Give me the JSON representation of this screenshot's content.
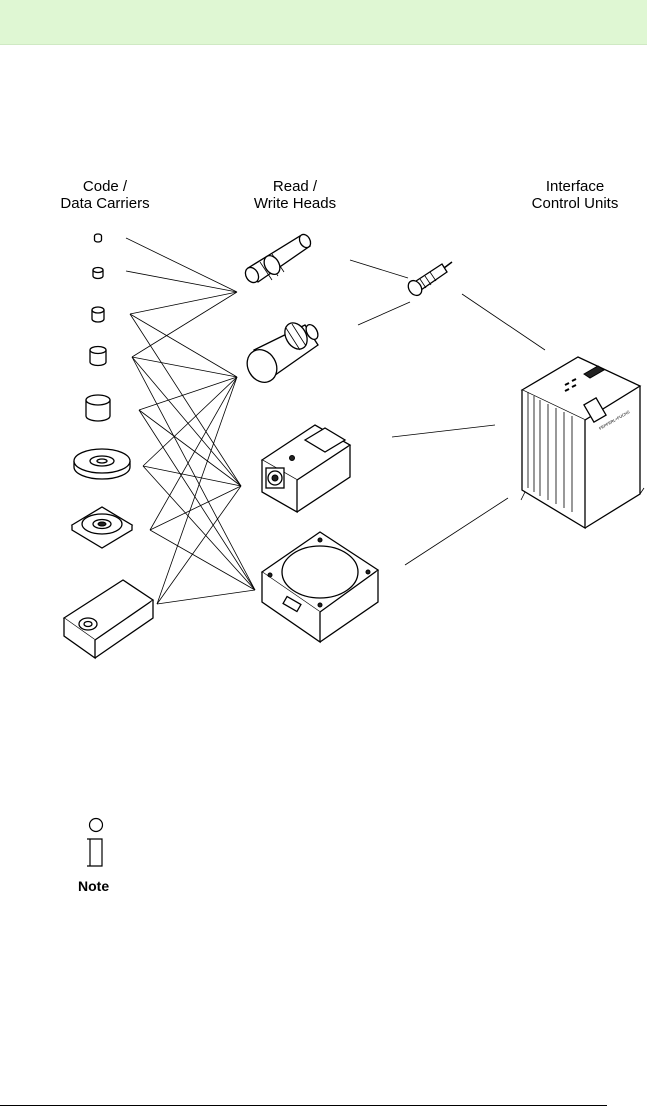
{
  "page": {
    "header_band_color": "#dff7d3",
    "note_label": "Note"
  },
  "diagram": {
    "columns": [
      {
        "id": "carriers",
        "heading": "Code /\nData Carriers"
      },
      {
        "id": "heads",
        "heading": "Read /\nWrite Heads"
      },
      {
        "id": "units",
        "heading": "Interface\nControl Units"
      }
    ],
    "unit_label_brand": "PEPPERL+FUCHS",
    "icons": [
      "info-note-icon"
    ]
  }
}
